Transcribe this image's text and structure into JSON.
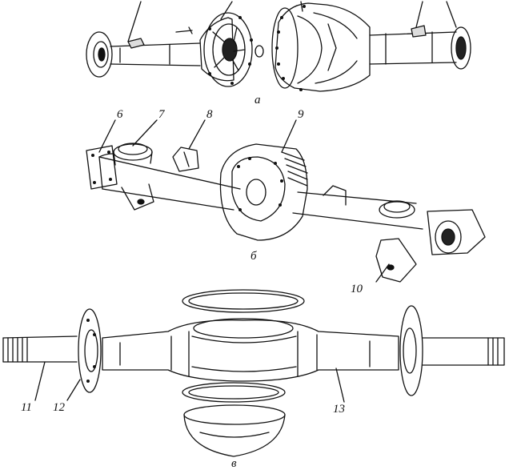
{
  "figure": {
    "panels": [
      {
        "id": "a",
        "caption": "а"
      },
      {
        "id": "b",
        "caption": "б"
      },
      {
        "id": "c",
        "caption": "в"
      }
    ],
    "callouts": [
      "6",
      "7",
      "8",
      "9",
      "10",
      "11",
      "12",
      "13"
    ],
    "ink_color": "#111111",
    "paper_color": "#ffffff"
  }
}
